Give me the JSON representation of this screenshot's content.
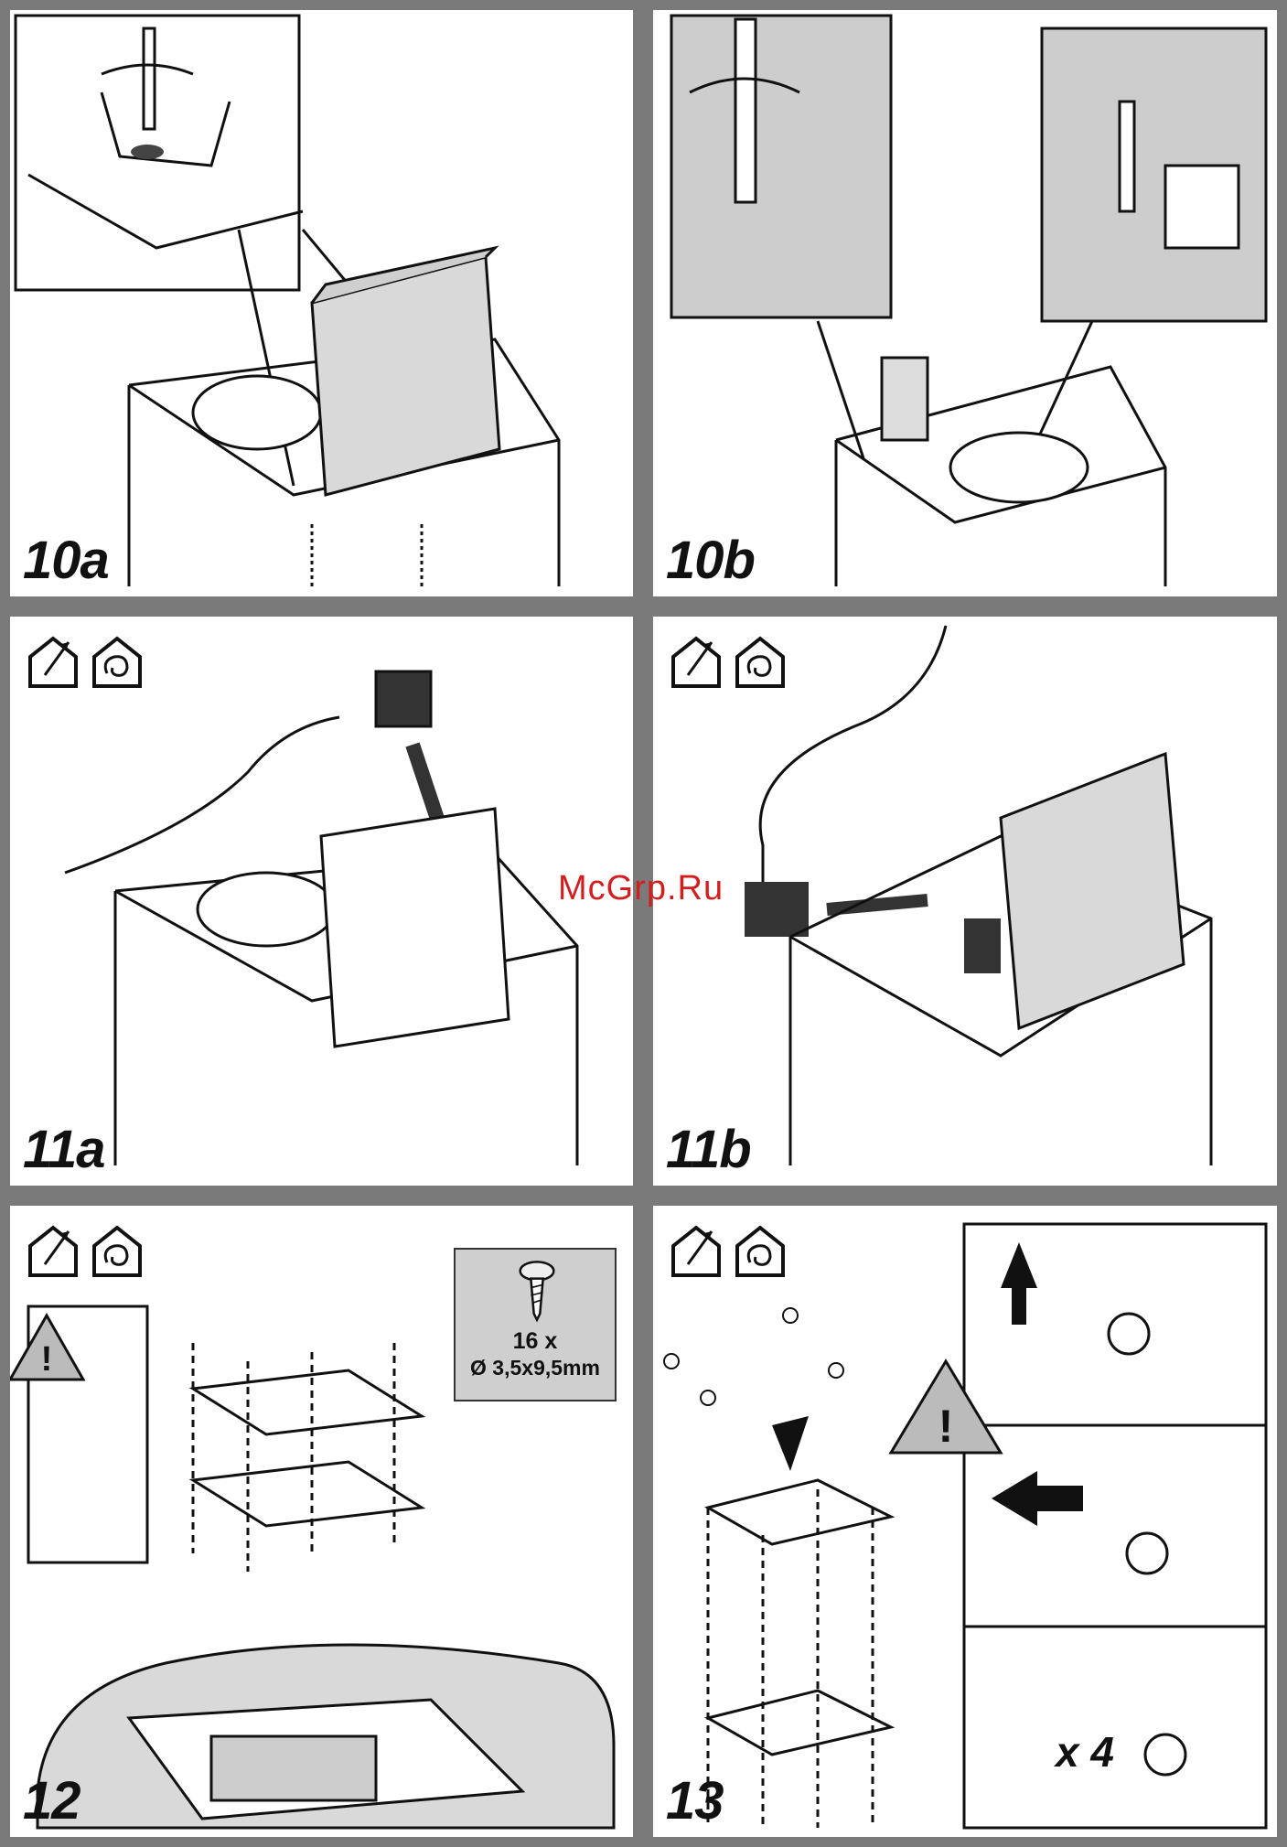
{
  "watermark": "McGrp.Ru",
  "panels": [
    {
      "step": "10a"
    },
    {
      "step": "10b"
    },
    {
      "step": "11a"
    },
    {
      "step": "11b"
    },
    {
      "step": "12"
    },
    {
      "step": "13"
    }
  ],
  "screw_box": {
    "quantity": "16 x",
    "dimension": "Ø 3,5x9,5mm"
  },
  "repeat_count": "x 4",
  "icons": [
    "ducted-mode-icon",
    "recirculation-mode-icon",
    "warning-icon"
  ]
}
